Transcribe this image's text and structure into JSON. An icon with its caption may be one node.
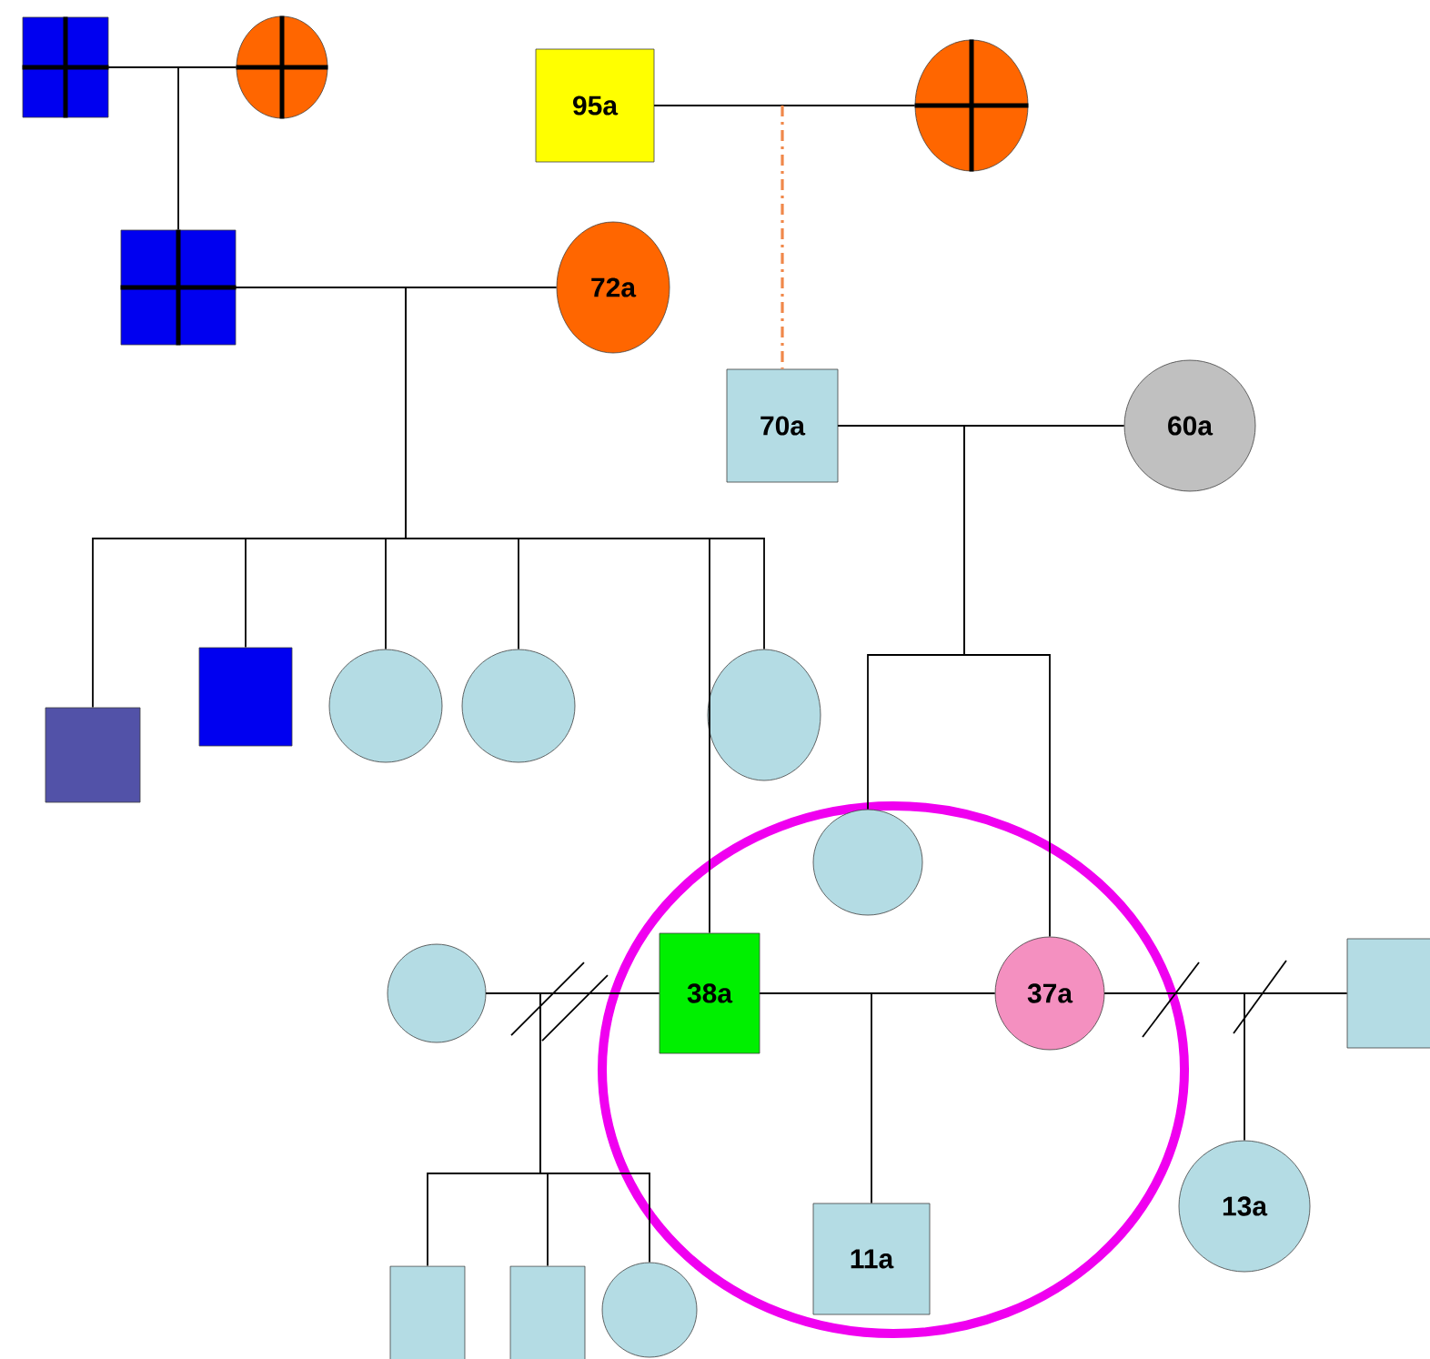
{
  "diagram": {
    "nodes": [
      {
        "text": [],
        "shape": "box"
      },
      {
        "text": [],
        "shape": "circle"
      },
      {
        "text": [
          "95a"
        ]
      },
      {
        "text": [],
        "shape": "circle"
      },
      {
        "text": [],
        "shape": "box"
      },
      {
        "text": [
          "72a"
        ]
      },
      {
        "text": [
          "70a"
        ]
      },
      {
        "text": [
          "60a"
        ]
      },
      {
        "text": [],
        "shape": "box"
      },
      {
        "text": [],
        "shape": "box"
      },
      {
        "text": [],
        "shape": "circle"
      },
      {
        "text": [],
        "shape": "circle"
      },
      {
        "text": [],
        "shape": "circle"
      },
      {
        "text": [],
        "shape": "circle"
      },
      {
        "text": [],
        "shape": "circle"
      },
      {
        "text": [
          "38a"
        ]
      },
      {
        "text": [
          "37a"
        ]
      },
      {
        "text": [],
        "shape": "box"
      },
      {
        "text": [
          "13a"
        ]
      },
      {
        "text": [
          "11a"
        ]
      },
      {
        "text": [],
        "shape": "box"
      },
      {
        "text": [],
        "shape": "box"
      },
      {
        "text": [],
        "shape": "circle"
      }
    ],
    "edges": [
      {
        "from": 0,
        "to": 1,
        "arrow": "none"
      },
      {
        "from": 0,
        "to": 4,
        "arrow": "none"
      },
      {
        "from": 2,
        "to": 3,
        "arrow": "none"
      },
      {
        "from": 2,
        "to": 6,
        "arrow": "none",
        "style": "dashed",
        "color": "#f0884a"
      },
      {
        "from": 4,
        "to": 5,
        "arrow": "none"
      },
      {
        "from": 4,
        "to": 8,
        "arrow": "none"
      },
      {
        "from": 4,
        "to": 9,
        "arrow": "none"
      },
      {
        "from": 4,
        "to": 10,
        "arrow": "none"
      },
      {
        "from": 4,
        "to": 11,
        "arrow": "none"
      },
      {
        "from": 4,
        "to": 15,
        "arrow": "none"
      },
      {
        "from": 4,
        "to": 12,
        "arrow": "none"
      },
      {
        "from": 6,
        "to": 7,
        "arrow": "none"
      },
      {
        "from": 6,
        "to": 13,
        "arrow": "none"
      },
      {
        "from": 6,
        "to": 16,
        "arrow": "none"
      },
      {
        "from": 14,
        "to": 15,
        "arrow": "none"
      },
      {
        "from": 14,
        "to": 20,
        "arrow": "none"
      },
      {
        "from": 14,
        "to": 21,
        "arrow": "none"
      },
      {
        "from": 14,
        "to": 22,
        "arrow": "none"
      },
      {
        "from": 15,
        "to": 16,
        "arrow": "none"
      },
      {
        "from": 15,
        "to": 19,
        "arrow": "none"
      },
      {
        "from": 16,
        "to": 17,
        "arrow": "none"
      },
      {
        "from": 16,
        "to": 18,
        "arrow": "none"
      }
    ]
  }
}
